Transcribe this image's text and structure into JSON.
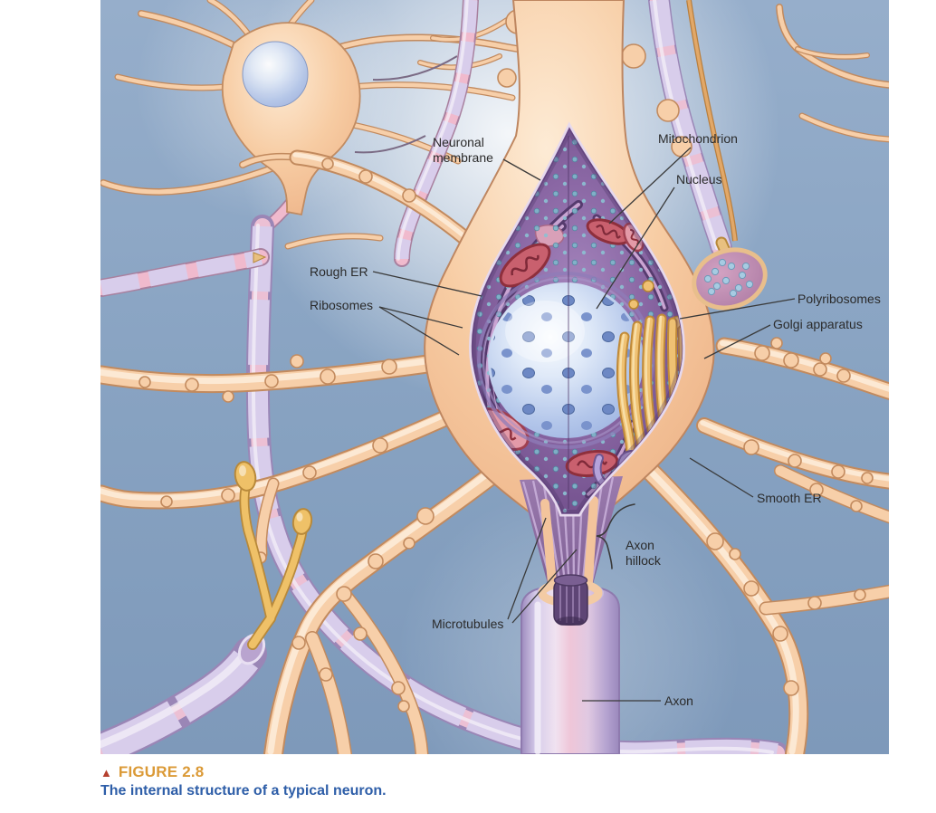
{
  "figure": {
    "type": "textbook-illustration",
    "subject": "Internal structure of a typical neuron",
    "labels": {
      "neuronal_membrane": "Neuronal membrane",
      "mitochondrion": "Mitochondrion",
      "nucleus": "Nucleus",
      "rough_er": "Rough ER",
      "ribosomes": "Ribosomes",
      "polyribosomes": "Polyribosomes",
      "golgi_apparatus": "Golgi apparatus",
      "smooth_er": "Smooth ER",
      "axon_hillock": "Axon hillock",
      "microtubules": "Microtubules",
      "axon": "Axon"
    },
    "caption": {
      "marker": "▲",
      "number": "FIGURE 2.8",
      "title": "The internal structure of a typical neuron."
    },
    "colors": {
      "background_blue": "#8ca6c5",
      "soma_peach": "#f6c89f",
      "cytoplasm_purple": "#7b5c96",
      "nucleus_blue": "#b3c6ea",
      "golgi_yellow": "#efc173",
      "mitochondrion_red": "#c9606e",
      "ribosome_teal": "#7fb7cb",
      "myelin_lavender": "#d8cdeb",
      "terminal_yellow": "#efc168",
      "caption_number": "#db9a37",
      "caption_marker": "#b5402f",
      "caption_title": "#2e5ea8",
      "label_text": "#2b2b2b"
    }
  }
}
